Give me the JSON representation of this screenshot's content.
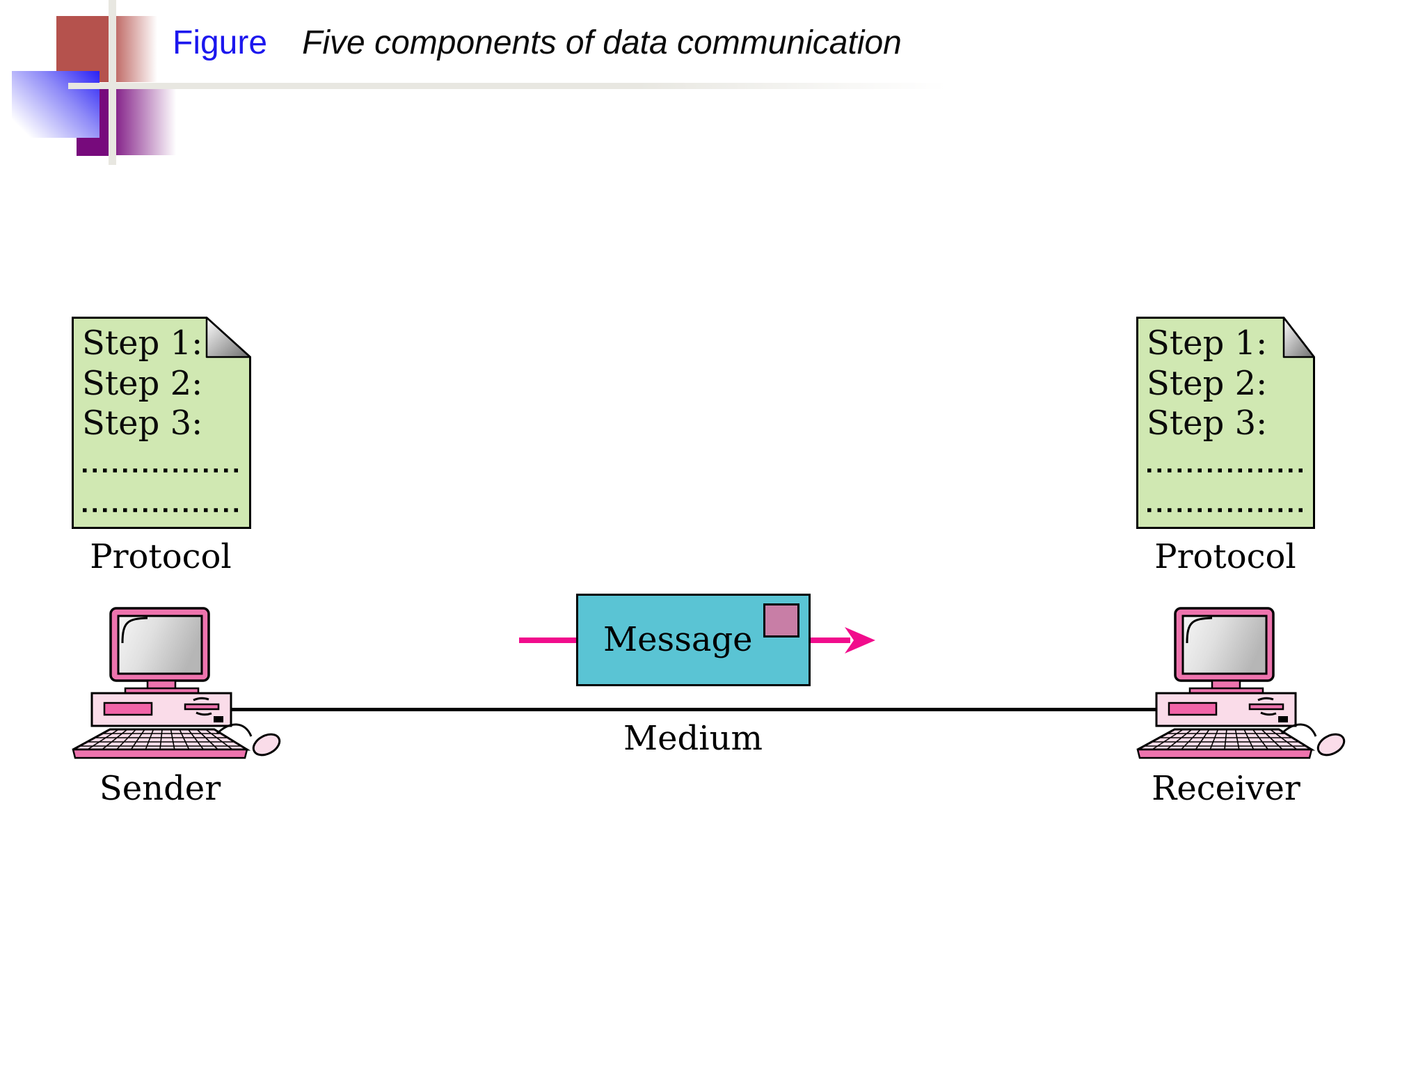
{
  "header": {
    "figure_label": "Figure",
    "figure_caption": "Five components of data communication"
  },
  "protocols": {
    "left": {
      "steps": [
        "Step 1:",
        "Step 2:",
        "Step 3:"
      ],
      "dotted_placeholder": "................",
      "label": "Protocol"
    },
    "right": {
      "steps": [
        "Step 1:",
        "Step 2:",
        "Step 3:"
      ],
      "dotted_placeholder": "................",
      "label": "Protocol"
    }
  },
  "message": {
    "label": "Message"
  },
  "medium": {
    "label": "Medium"
  },
  "computers": {
    "sender": {
      "label": "Sender"
    },
    "receiver": {
      "label": "Receiver"
    }
  },
  "colors": {
    "figure_blue": "#1c17ee",
    "doc_green": "#d0e8b2",
    "box_teal": "#5ac4d4",
    "arrow_pink": "#f10c8c",
    "mauve": "#c87ea6",
    "computer_pink": "#ee74ae",
    "computer_light_pink": "#fadce9",
    "slot_pink": "#f264a8",
    "decor_red": "#b5524d",
    "decor_purple": "#770a7c",
    "decor_gray": "#e8e7e1"
  }
}
